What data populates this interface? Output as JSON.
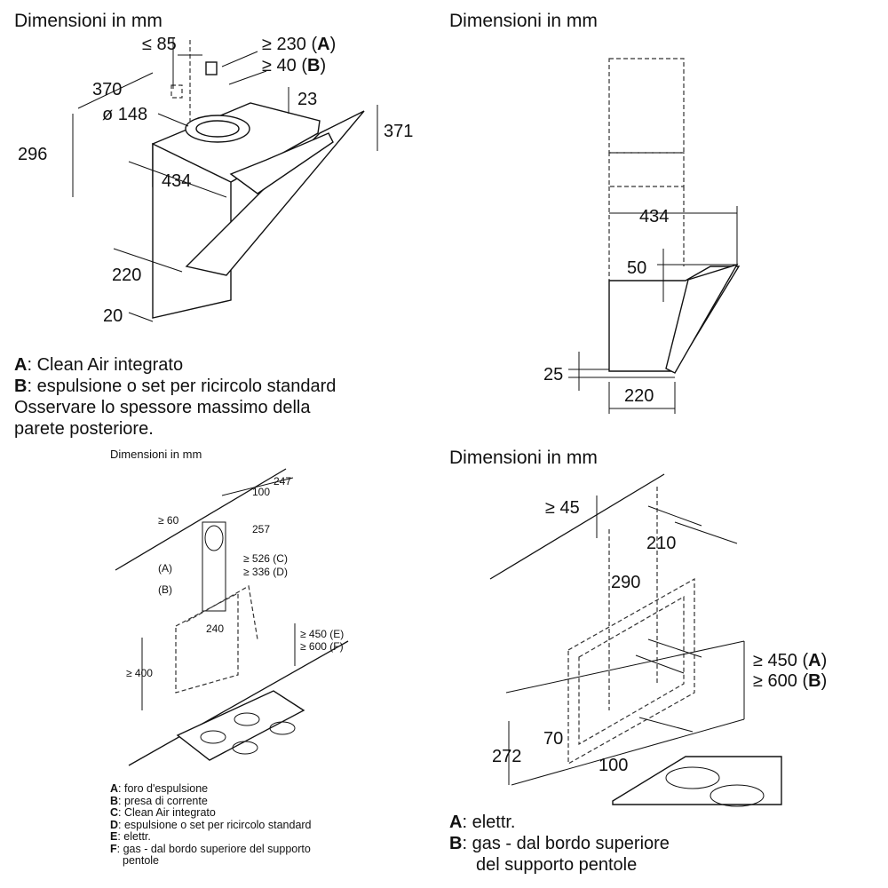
{
  "panel1": {
    "title": "Dimensioni in mm",
    "dims": {
      "le85": "≤ 85",
      "ge230a_pre": "≥ 230 (",
      "ge230a_letter": "A",
      "ge230a_post": ")",
      "ge40b_pre": "≥ 40 (",
      "ge40b_letter": "B",
      "ge40b_post": ")",
      "d370": "370",
      "d23": "23",
      "d148": "ø 148",
      "d371": "371",
      "d296": "296",
      "d434": "434",
      "d220": "220",
      "d20": "20"
    },
    "notes": [
      {
        "key": "A",
        "text": ": Clean Air integrato"
      },
      {
        "key": "B",
        "text": ": espulsione o set per ricircolo standard"
      },
      {
        "key": "",
        "text": "Osservare lo spessore massimo della"
      },
      {
        "key": "",
        "text": "parete posteriore."
      }
    ]
  },
  "panel2": {
    "title": "Dimensioni in mm",
    "dims": {
      "d434": "434",
      "d50": "50",
      "d25": "25",
      "d220": "220"
    }
  },
  "panel3": {
    "title": "Dimensioni in mm",
    "dims": {
      "d247": "247",
      "d100": "100",
      "ge60": "≥ 60",
      "d257": "257",
      "labA": "(A)",
      "labB": "(B)",
      "ge526c": "≥ 526 (C)",
      "ge336d": "≥ 336 (D)",
      "d240": "240",
      "ge450e": "≥ 450 (E)",
      "ge600f": "≥ 600 (F)",
      "ge400": "≥ 400"
    },
    "notes": [
      {
        "key": "A",
        "text": ": foro d'espulsione"
      },
      {
        "key": "B",
        "text": ": presa di corrente"
      },
      {
        "key": "C",
        "text": ": Clean Air integrato"
      },
      {
        "key": "D",
        "text": ": espulsione o set per ricircolo standard"
      },
      {
        "key": "E",
        "text": ": elettr."
      },
      {
        "key": "F",
        "text": ": gas - dal bordo superiore del supporto"
      },
      {
        "key": "",
        "text": "pentole"
      }
    ]
  },
  "panel4": {
    "title": "Dimensioni in mm",
    "dims": {
      "ge45": "≥ 45",
      "d210": "210",
      "d290": "290",
      "ge450a_pre": "≥ 450 (",
      "ge450a_letter": "A",
      "ge450a_post": ")",
      "ge600b_pre": "≥ 600 (",
      "ge600b_letter": "B",
      "ge600b_post": ")",
      "d70": "70",
      "d272": "272",
      "d100": "100"
    },
    "notes": [
      {
        "key": "A",
        "text": ": elettr."
      },
      {
        "key": "B",
        "text": ": gas - dal bordo superiore"
      },
      {
        "key": "",
        "text": "del supporto pentole"
      }
    ]
  }
}
